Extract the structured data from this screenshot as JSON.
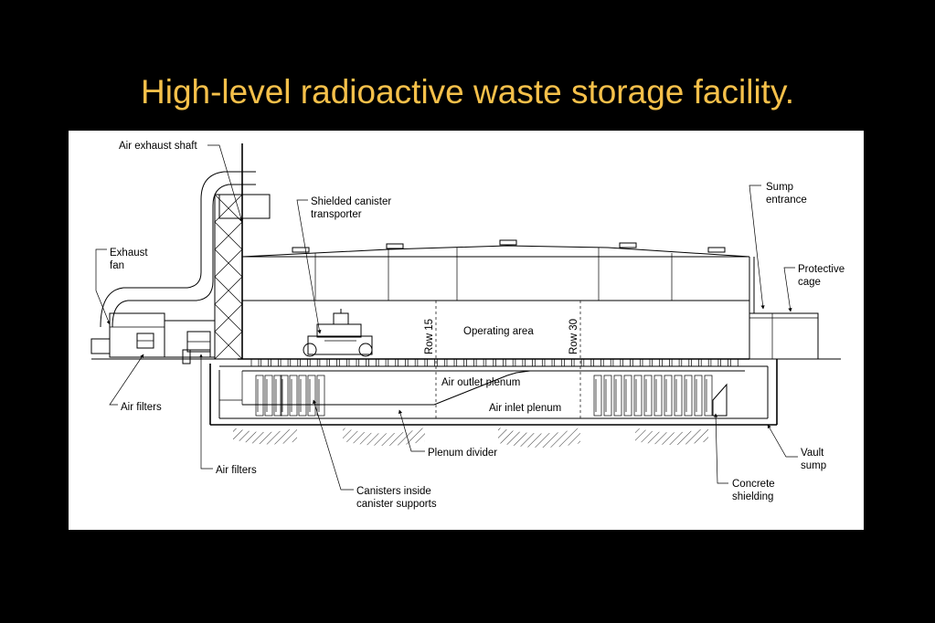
{
  "slide": {
    "title": "High-level radioactive waste storage facility.",
    "title_color": "#F5C04A",
    "background": "#000000"
  },
  "diagram": {
    "labels": {
      "air_exhaust_shaft": "Air exhaust shaft",
      "exhaust_fan_1": "Exhaust",
      "exhaust_fan_2": "fan",
      "shielded_canister_1": "Shielded canister",
      "shielded_canister_2": "transporter",
      "sump_entrance_1": "Sump",
      "sump_entrance_2": "entrance",
      "protective_cage_1": "Protective",
      "protective_cage_2": "cage",
      "row_15": "Row 15",
      "row_30": "Row 30",
      "operating_area": "Operating area",
      "air_outlet_plenum": "Air outlet plenum",
      "air_inlet_plenum": "Air inlet plenum",
      "air_filters_left": "Air filters",
      "air_filters_bottom": "Air filters",
      "plenum_divider": "Plenum divider",
      "canisters_1": "Canisters inside",
      "canisters_2": "canister supports",
      "vault_sump_1": "Vault",
      "vault_sump_2": "sump",
      "concrete_shielding_1": "Concrete",
      "concrete_shielding_2": "shielding"
    }
  }
}
